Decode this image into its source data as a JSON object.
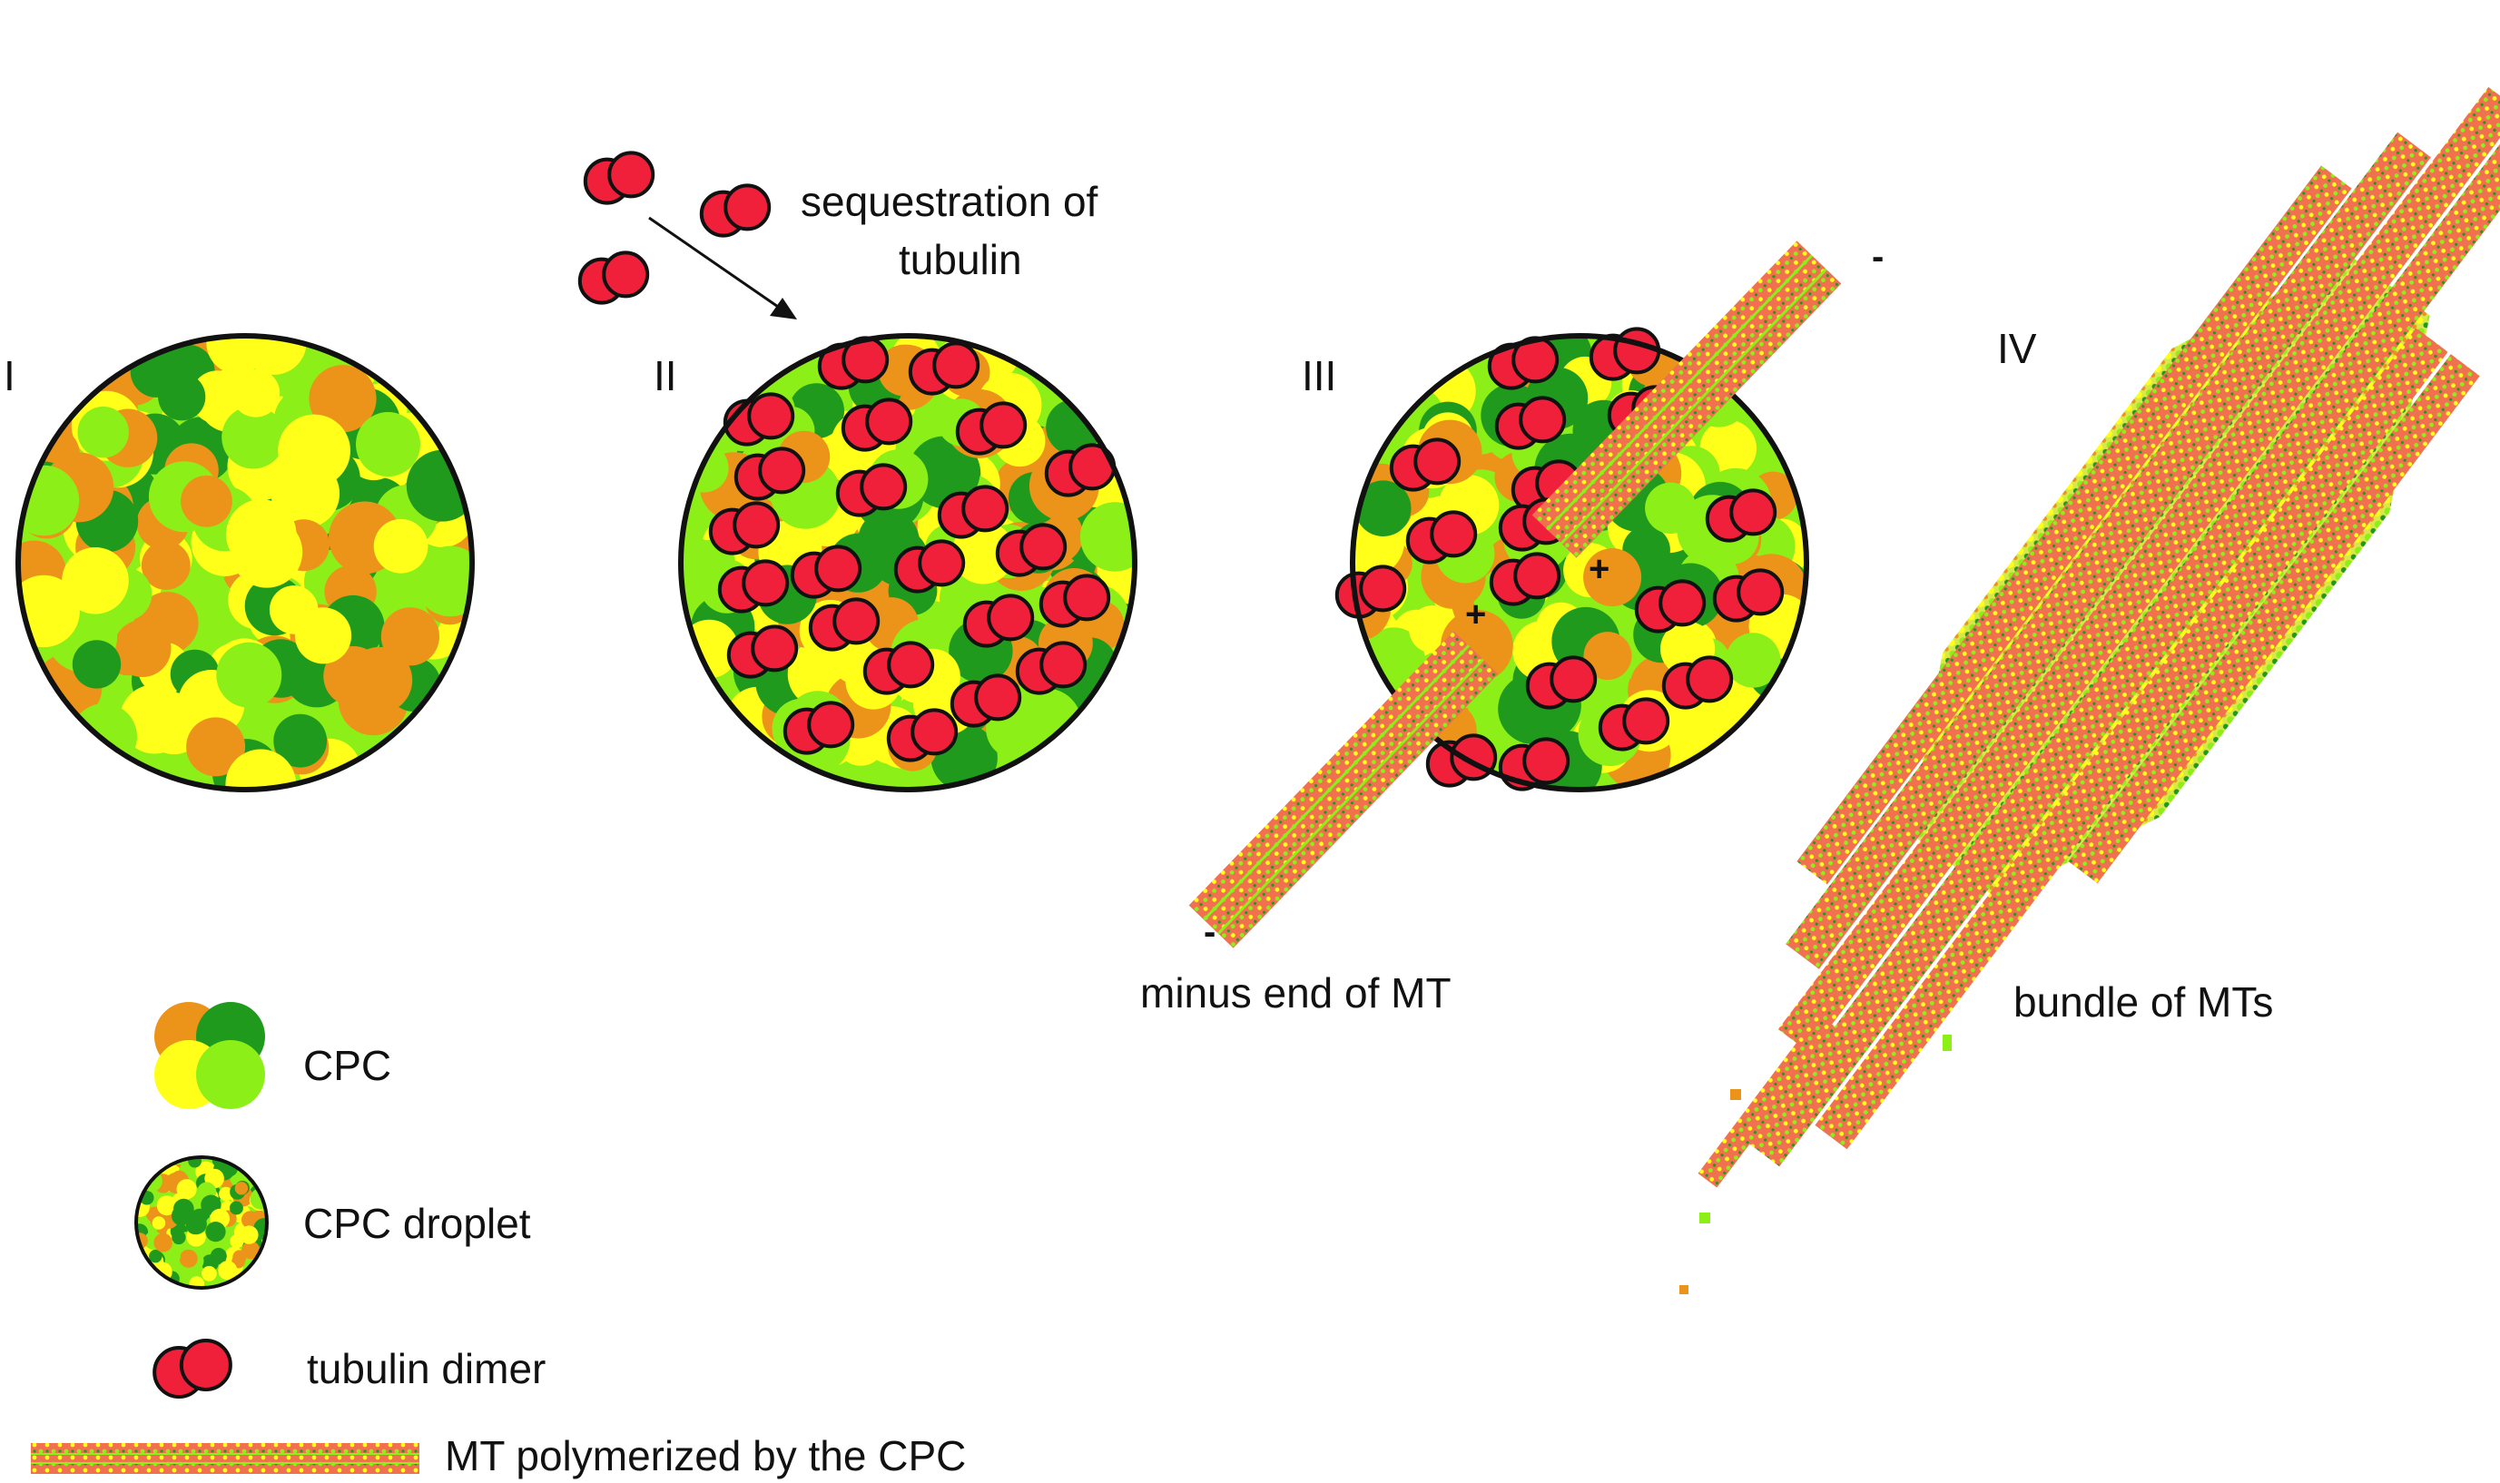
{
  "colors": {
    "cpc_orange": "#ec9419",
    "cpc_dark_green": "#1f9a1c",
    "cpc_yellow": "#ffff1a",
    "cpc_light_green": "#8cef18",
    "tubulin_red": "#f0203a",
    "mt_red": "#f07050",
    "outline": "#111111"
  },
  "stages": {
    "stage_1": "I",
    "stage_2": "II",
    "stage_3": "III",
    "stage_4": "IV"
  },
  "annotations": {
    "sequestration_line1": "sequestration of",
    "sequestration_line2": "tubulin",
    "minus_end": "minus end of MT",
    "bundle": "bundle of MTs",
    "plus_sign_a": "+",
    "plus_sign_b": "+",
    "minus_sign_top": "-",
    "minus_sign_bottom": "-"
  },
  "legend": {
    "cpc": "CPC",
    "cpc_droplet": "CPC droplet",
    "tubulin_dimer": "tubulin dimer",
    "mt_polymerized": "MT polymerized by the CPC"
  }
}
